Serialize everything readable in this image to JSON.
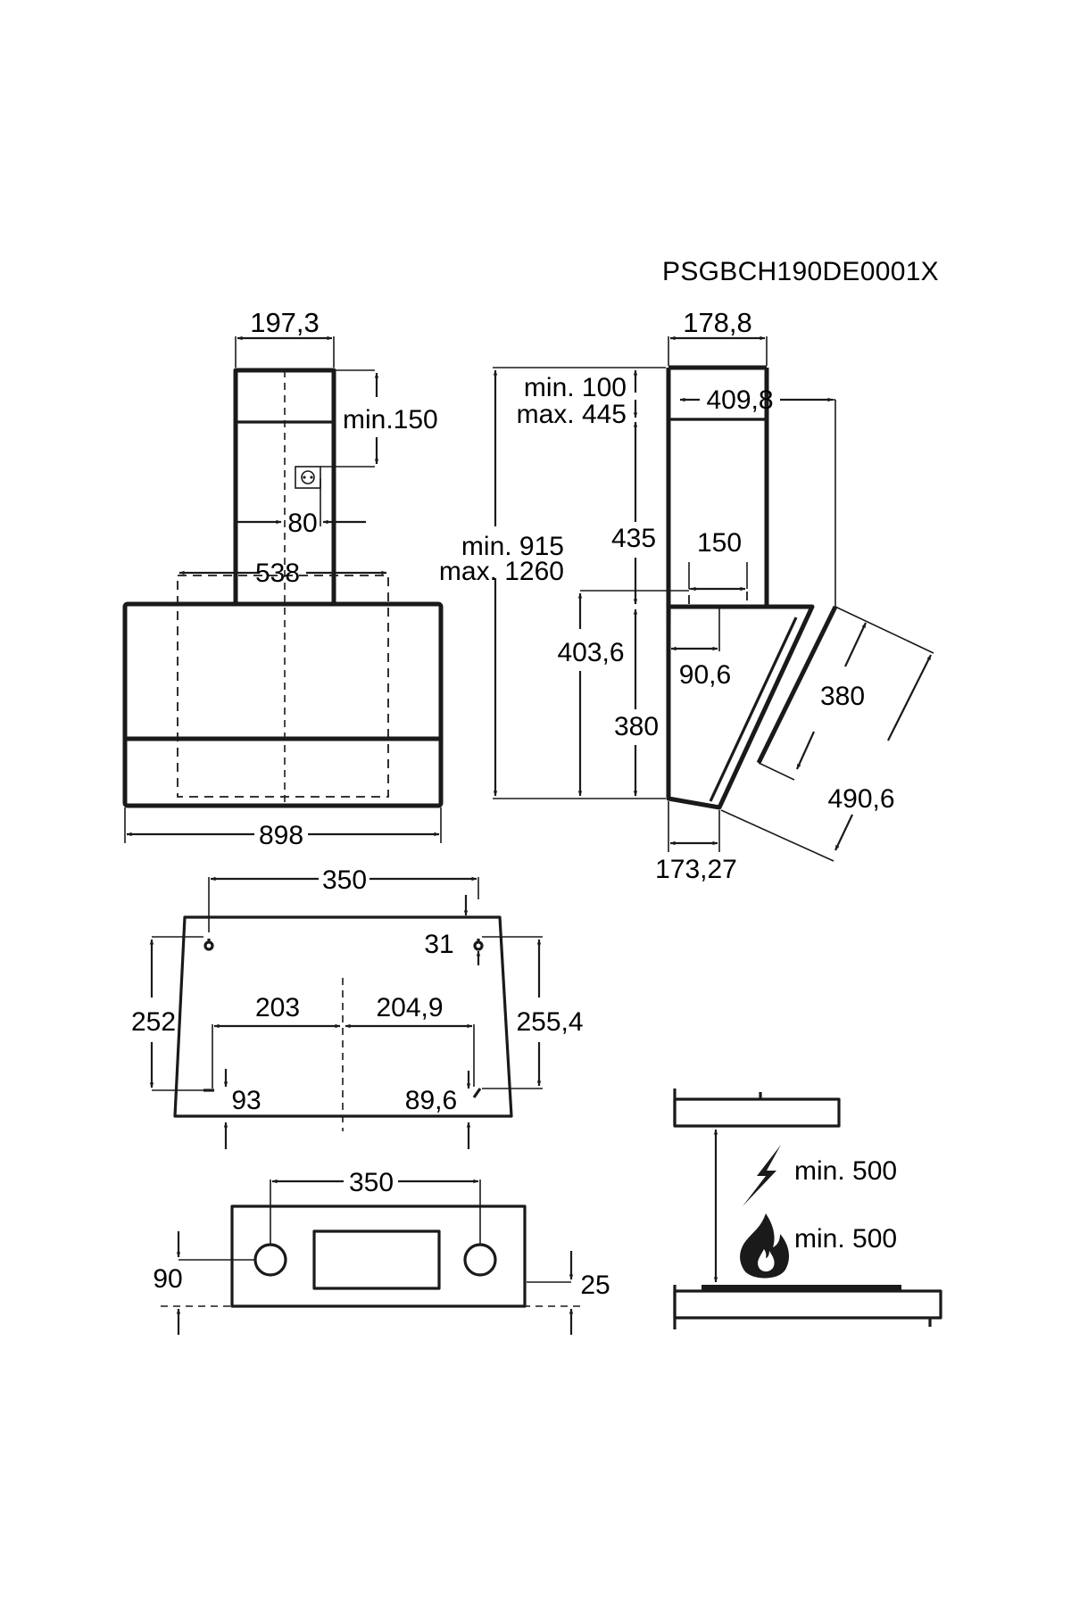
{
  "model_code": "PSGBCH190DE0001X",
  "front_view": {
    "chimney_width": "197,3",
    "socket_clearance": "min.150",
    "socket_offset": "80",
    "hole_spacing": "538",
    "total_width": "898"
  },
  "side_view": {
    "top_width": "178,8",
    "top_adjust_min": "min. 100",
    "top_adjust_max": "max. 445",
    "depth_total": "409,8",
    "total_height_min": "min. 915",
    "total_height_max": "max. 1260",
    "chimney_height": "435",
    "outlet_width": "150",
    "outlet_offset": "90,6",
    "canopy_height_outer": "403,6",
    "canopy_height_inner": "380",
    "glass_inner": "380",
    "glass_outer": "490,6",
    "bottom_depth": "173,27"
  },
  "bracket_view": {
    "top_spacing": "350",
    "top_right_offset": "31",
    "left_height": "252",
    "right_height": "255,4",
    "bottom_left_spacing": "203",
    "bottom_right_spacing": "204,9",
    "bottom_left_offset": "93",
    "bottom_right_offset": "89,6"
  },
  "underside_view": {
    "spacing": "350",
    "left_offset": "90",
    "right_offset": "25"
  },
  "hob_clearance": {
    "electric_label": "min. 500",
    "gas_label": "min. 500",
    "electric_icon": "lightning-icon",
    "gas_icon": "flame-icon"
  }
}
